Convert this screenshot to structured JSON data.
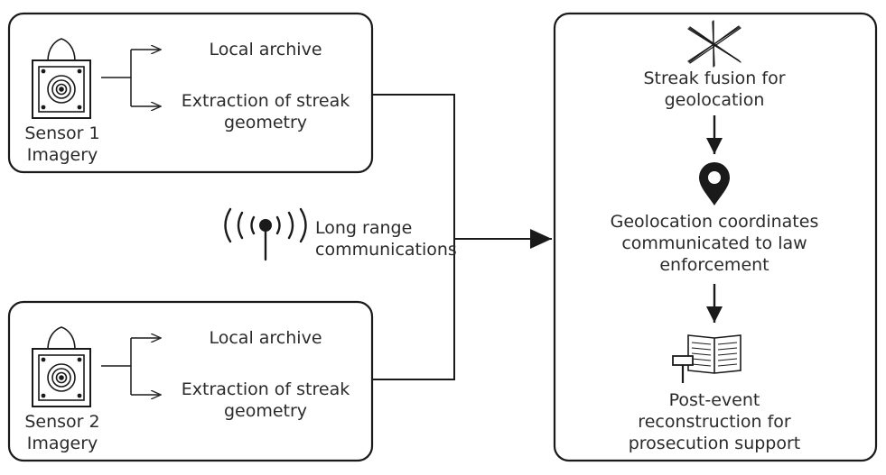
{
  "sensors": [
    {
      "label": "Sensor 1\nImagery",
      "outputs": [
        "Local archive",
        "Extraction of streak\ngeometry"
      ]
    },
    {
      "label": "Sensor 2\nImagery",
      "outputs": [
        "Local archive",
        "Extraction of streak\ngeometry"
      ]
    }
  ],
  "link": {
    "label": "Long range\ncommunications"
  },
  "pipeline": {
    "steps": [
      "Streak fusion for\ngeolocation",
      "Geolocation coordinates\ncommunicated to law\nenforcement",
      "Post-event\nreconstruction for\nprosecution support"
    ]
  },
  "colors": {
    "stroke": "#2b2b2b",
    "fill": "#ffffff",
    "text": "#2b2b2b"
  },
  "icons": [
    "camera-sensor-icon",
    "antenna-icon",
    "streak-cross-icon",
    "map-pin-icon",
    "book-gavel-icon"
  ]
}
